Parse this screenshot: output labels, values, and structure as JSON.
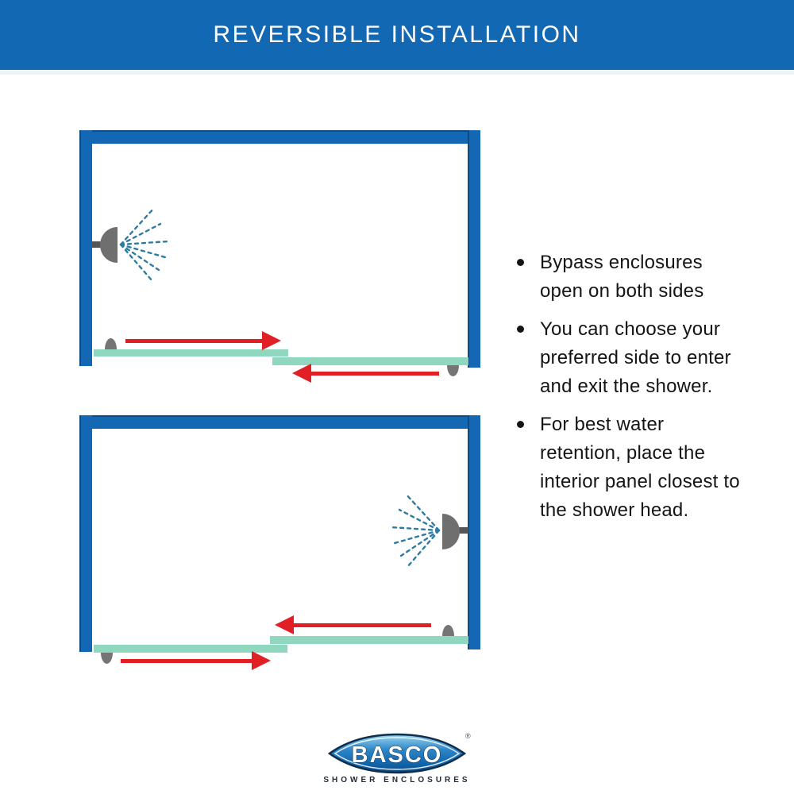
{
  "banner": {
    "title": "REVERSIBLE INSTALLATION"
  },
  "bullets": {
    "items": [
      {
        "lines": [
          "Bypass enclosures",
          "open on both sides"
        ]
      },
      {
        "lines": [
          "You can choose your",
          "preferred side to enter",
          "and exit the shower."
        ]
      },
      {
        "lines": [
          "For best water",
          "retention, place the",
          "interior panel closest to",
          "the shower head."
        ]
      }
    ]
  },
  "diagrams": [
    {
      "shower_head_side": "left",
      "top_arrow_direction": "right",
      "bottom_arrow_direction": "left"
    },
    {
      "shower_head_side": "right",
      "top_arrow_direction": "left",
      "bottom_arrow_direction": "right"
    }
  ],
  "logo": {
    "brand": "BASCO",
    "registered": "®",
    "tagline": "SHOWER ENCLOSURES"
  },
  "colors": {
    "banner_blue": "#1268b2",
    "frame_blue": "#1467b2",
    "panel_teal": "#8fd7bf",
    "arrow_red": "#e02025",
    "spray_blue": "#2e7ba1",
    "hardware_gray": "#6f6f6f",
    "text_black": "#151515",
    "logo_navy": "#0e2e4c"
  }
}
